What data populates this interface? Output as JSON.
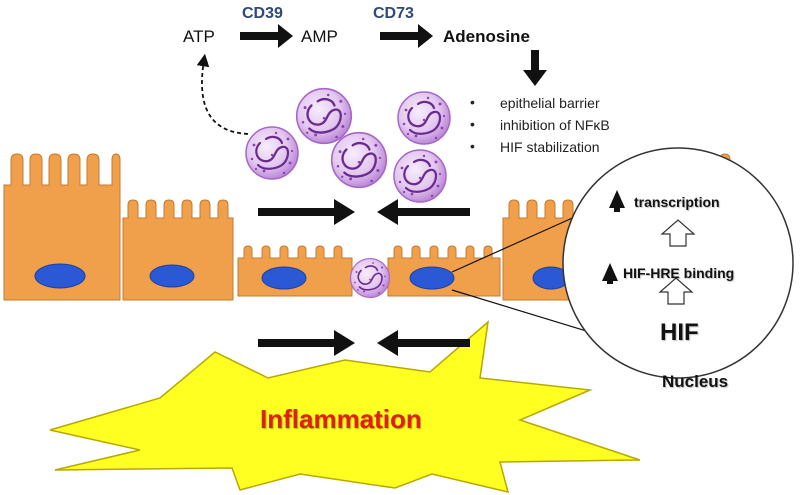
{
  "pathway": {
    "substrate": "ATP",
    "intermediate": "AMP",
    "product": "Adenosine",
    "enzyme_1": "CD39",
    "enzyme_2": "CD73"
  },
  "effects": [
    "epithelial barrier",
    "inhibition of NFκB",
    "HIF stabilization"
  ],
  "nucleus_zoom": {
    "label_transcription": "transcription",
    "label_binding": "HIF-HRE binding",
    "label_hif": "HIF",
    "caption": "Nucleus"
  },
  "inflammation_label": "Inflammation",
  "colors": {
    "epithelium": "#f0a04b",
    "nucleus": "#2b59d6",
    "neutrophil": "#b26bd6",
    "inflammation": "#ffff22",
    "inflammation_text": "#e01f10",
    "enzyme_text": "#2f4a7a"
  }
}
